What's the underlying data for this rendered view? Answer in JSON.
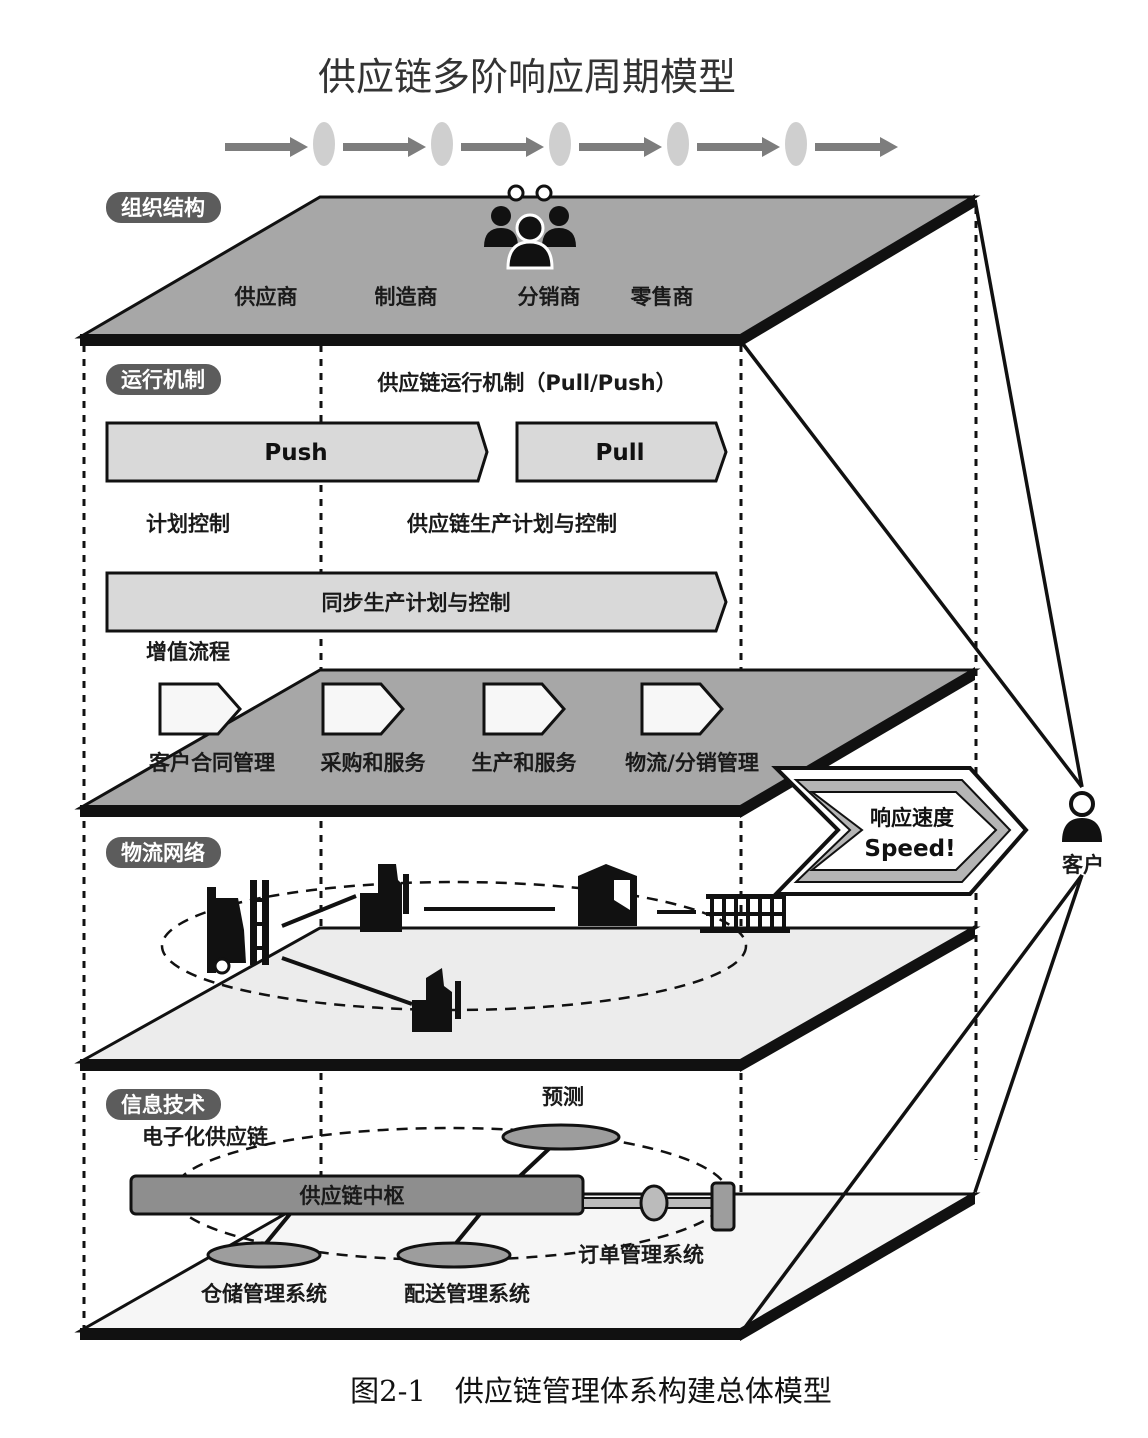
{
  "title": "供应链多阶响应周期模型",
  "caption": "图2-1　供应链管理体系构建总体模型",
  "colors": {
    "plate": "#a7a7a7",
    "plate_light": "#ececec",
    "pill": "#5c5c5c",
    "band": "#d9d9d9",
    "ink": "#111111"
  },
  "layers": {
    "organization": {
      "tag": "组织结构",
      "icon": "group-people-icon",
      "members": [
        "供应商",
        "制造商",
        "分销商",
        "零售商"
      ]
    },
    "mechanism": {
      "tag": "运行机制",
      "heading": "供应链运行机制（Pull/Push）",
      "push": "Push",
      "pull": "Pull",
      "plan_left": "计划控制",
      "plan_right": "供应链生产计划与控制",
      "sync": "同步生产计划与控制",
      "value_chain": "增值流程",
      "processes": [
        "客户合同管理",
        "采购和服务",
        "生产和服务",
        "物流/分销管理"
      ]
    },
    "logistics": {
      "tag": "物流网络",
      "icons": [
        "forklift-icon",
        "warehouse-icon",
        "factory-icon",
        "dock-icon"
      ]
    },
    "it": {
      "tag": "信息技术",
      "forecast": "预测",
      "ec": "电子化供应链",
      "hub": "供应链中枢",
      "order": "订单管理系统",
      "warehouse": "仓储管理系统",
      "delivery": "配送管理系统"
    }
  },
  "response": {
    "line1": "响应速度",
    "line2": "Speed!"
  },
  "customer": {
    "label": "客户",
    "icon": "customer-icon"
  }
}
